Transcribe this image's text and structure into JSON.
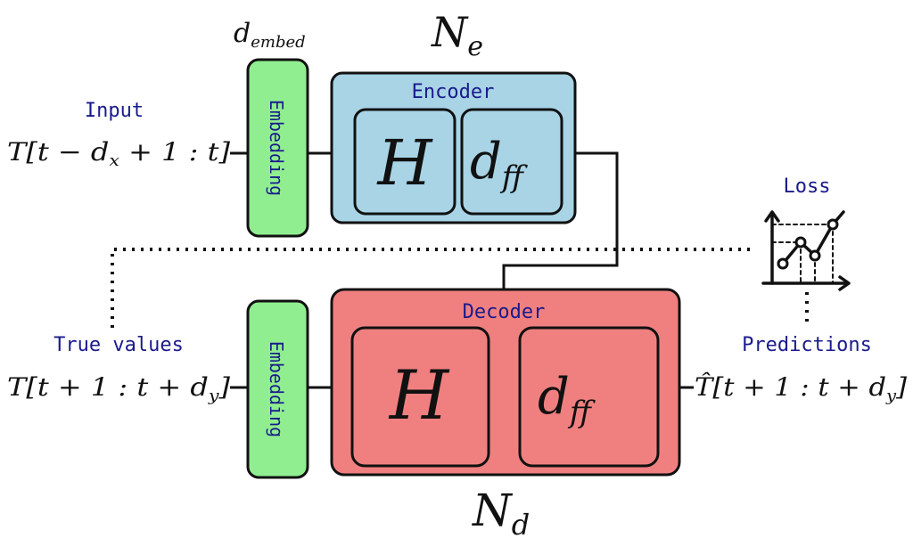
{
  "colors": {
    "encoder_fill": "#a8d4e6",
    "decoder_fill": "#f08080",
    "embedding_fill": "#90ee90",
    "stroke": "#111111",
    "label_text": "#1a1a8c"
  },
  "top": {
    "d_embed_base": "d",
    "d_embed_sub": "embed",
    "N_e_base": "N",
    "N_e_sub": "e"
  },
  "encoder": {
    "label": "Encoder",
    "H": "H",
    "dff_base": "d",
    "dff_sub": "ff"
  },
  "decoder": {
    "label": "Decoder",
    "H": "H",
    "dff_base": "d",
    "dff_sub": "ff"
  },
  "bottom": {
    "N_d_base": "N",
    "N_d_sub": "d"
  },
  "embedding": {
    "label": "Embedding"
  },
  "input": {
    "label": "Input",
    "formula_pre": "T[t − d",
    "formula_sub": "x",
    "formula_post": " + 1 : t]"
  },
  "true_values": {
    "label": "True values",
    "formula_pre": "T[t + 1 : t + d",
    "formula_sub": "y",
    "formula_post": "]"
  },
  "predictions": {
    "label": "Predictions",
    "formula_pre": "T̂[t + 1 : t + d",
    "formula_sub": "y",
    "formula_post": "]"
  },
  "loss": {
    "label": "Loss",
    "icon": "line-chart-icon"
  }
}
